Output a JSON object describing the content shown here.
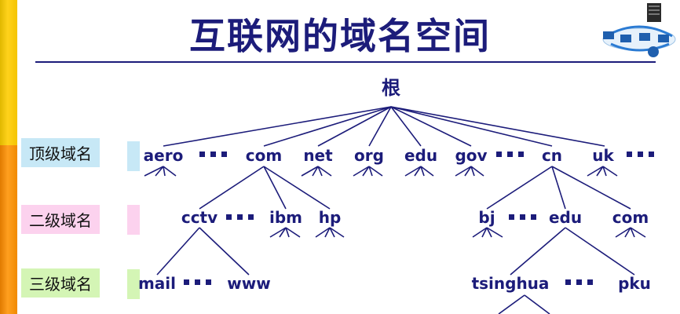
{
  "slide": {
    "title": "互联网的域名空间"
  },
  "levels": {
    "top": "顶级域名",
    "second": "二级域名",
    "third": "三级域名"
  },
  "tree": {
    "root": "根",
    "top_level": [
      "aero",
      "com",
      "net",
      "org",
      "edu",
      "gov",
      "cn",
      "uk"
    ],
    "com_children": [
      "cctv",
      "ibm",
      "hp"
    ],
    "cctv_children": [
      "mail",
      "www"
    ],
    "cn_children": [
      "bj",
      "edu",
      "com"
    ],
    "edu_children": [
      "tsinghua",
      "pku"
    ]
  },
  "colors": {
    "primary": "#1c1c7a",
    "label_top_bg": "#c7e8f6",
    "label_second_bg": "#fcd2ee",
    "label_third_bg": "#d4f5b5",
    "bar_yellow": "#ffd21c",
    "bar_orange": "#ff9f1f"
  }
}
